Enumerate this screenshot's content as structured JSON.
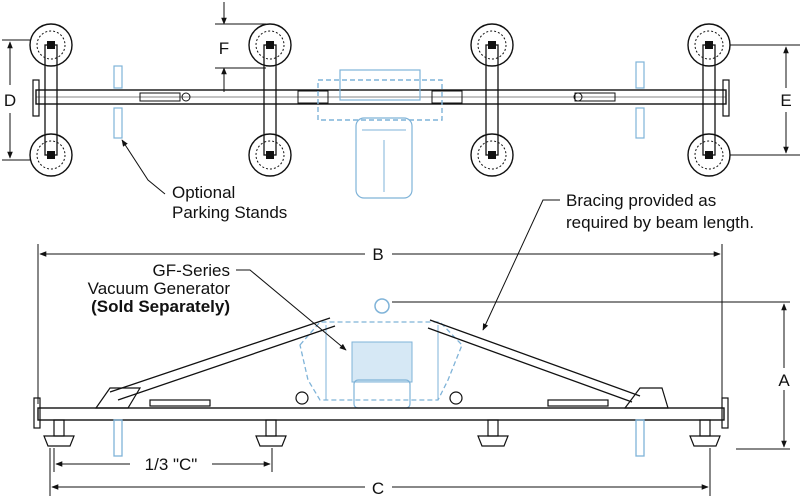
{
  "labels": {
    "F": "F",
    "D": "D",
    "E": "E",
    "B": "B",
    "A": "A",
    "C": "C",
    "one_third_c": "1/3 \"C\""
  },
  "callouts": {
    "parking_line1": "Optional",
    "parking_line2": "Parking Stands",
    "bracing_line1": "Bracing provided as",
    "bracing_line2": "required by beam length.",
    "gf_line1": "GF-Series",
    "gf_line2": "Vacuum Generator",
    "gf_line3": "(Sold Separately)"
  },
  "colors": {
    "ink": "#111111",
    "accessory_blue": "#7fb3d8"
  }
}
